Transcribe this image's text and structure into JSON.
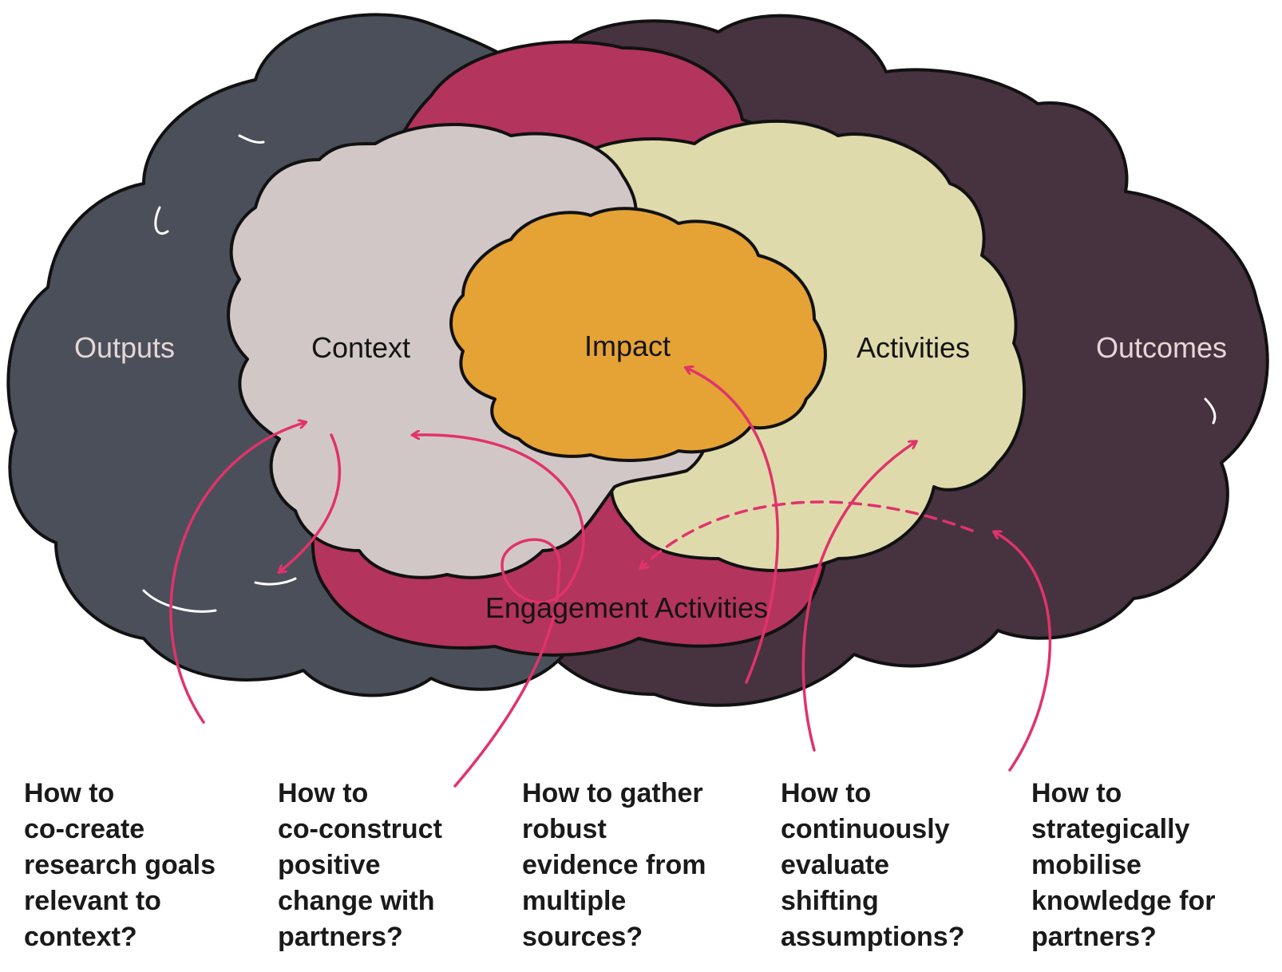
{
  "colors": {
    "outputs": "#4a4f5a",
    "outcomes": "#46333f",
    "engagement": "#b3345c",
    "context": "#d2c7c7",
    "activities": "#dfdaab",
    "impact": "#e5a336",
    "arrow": "#e0336b",
    "outline": "#111111"
  },
  "clouds": {
    "outputs": {
      "label": "Outputs",
      "color": "#e6d6d6"
    },
    "context": {
      "label": "Context",
      "color": "#141414"
    },
    "impact": {
      "label": "Impact",
      "color": "#141414"
    },
    "activities": {
      "label": "Activities",
      "color": "#141414"
    },
    "outcomes": {
      "label": "Outcomes",
      "color": "#e6d6d6"
    },
    "engagement": {
      "label": "Engagement Activities",
      "color": "#141414"
    }
  },
  "questions": [
    {
      "lines": [
        "How to",
        "co-create",
        "research goals",
        "relevant to",
        "context?"
      ]
    },
    {
      "lines": [
        "How to",
        "co-construct",
        "positive",
        "change with",
        "partners?"
      ]
    },
    {
      "lines": [
        "How to gather",
        "robust",
        "evidence from",
        "multiple",
        "sources?"
      ]
    },
    {
      "lines": [
        "How to",
        "continuously",
        "evaluate",
        "shifting",
        "assumptions?"
      ]
    },
    {
      "lines": [
        "How to",
        "strategically",
        "mobilise",
        "knowledge for",
        "partners?"
      ]
    }
  ]
}
